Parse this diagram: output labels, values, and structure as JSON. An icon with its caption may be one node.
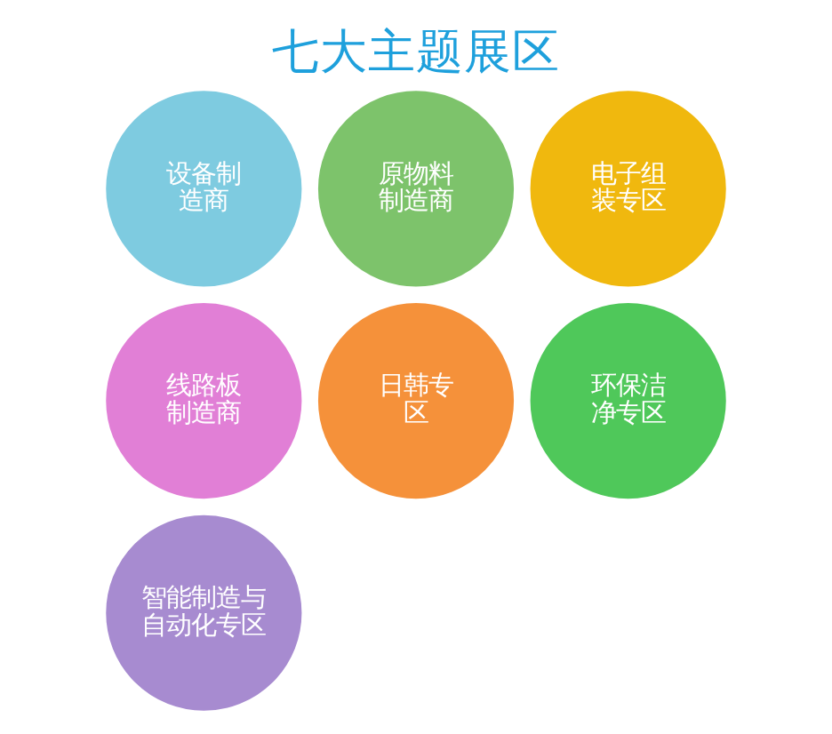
{
  "diagram": {
    "title": "七大主题展区",
    "nodes": [
      {
        "text": [
          "原物料制造商"
        ]
      },
      {
        "text": [
          "设备制造商"
        ]
      },
      {
        "text": [
          "电子组装专区"
        ]
      },
      {
        "text": [
          "线路板制造商"
        ]
      },
      {
        "text": [
          "日韩专区"
        ]
      },
      {
        "text": [
          "环保洁净专区"
        ]
      },
      {
        "text": [
          "智能制造与自动化专区"
        ]
      }
    ],
    "edges": []
  }
}
